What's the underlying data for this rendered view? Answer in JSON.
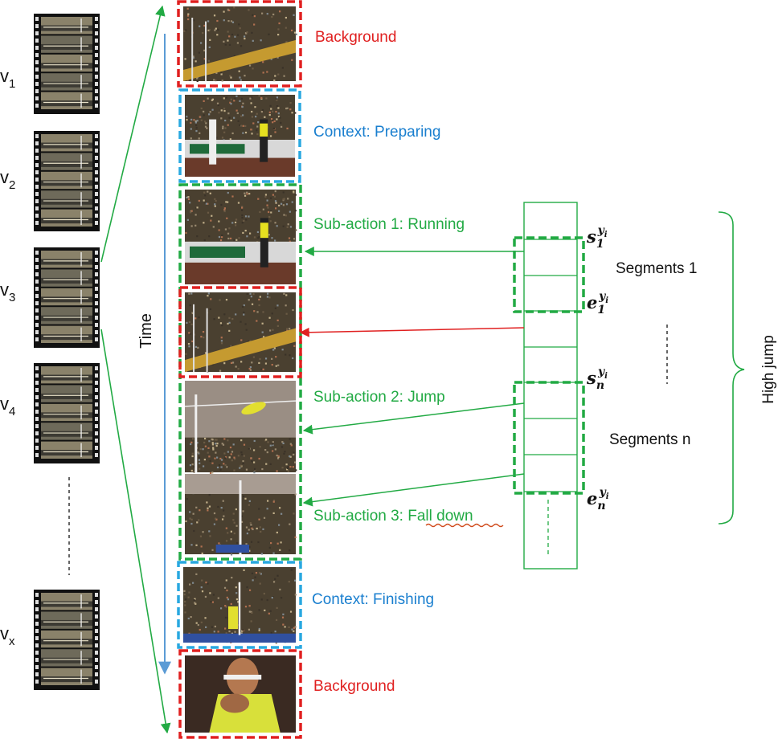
{
  "videos": [
    {
      "name": "v",
      "sub": "1"
    },
    {
      "name": "v",
      "sub": "2"
    },
    {
      "name": "v",
      "sub": "3"
    },
    {
      "name": "v",
      "sub": "4"
    },
    {
      "name": "v",
      "sub": "x"
    }
  ],
  "time_label": "Time",
  "frames": [
    {
      "scene": "stadium-pole",
      "label": "Background",
      "role": "background"
    },
    {
      "scene": "track-walk",
      "label": "Context: Preparing",
      "role": "context"
    },
    {
      "scene": "track-run",
      "label": "Sub-action 1: Running",
      "role": "subaction"
    },
    {
      "scene": "stadium-pole",
      "label": "",
      "role": "background"
    },
    {
      "scene": "high-bar",
      "label": "Sub-action 2: Jump",
      "role": "subaction"
    },
    {
      "scene": "pole-crowd",
      "label": "Sub-action 3: Fall down",
      "role": "subaction"
    },
    {
      "scene": "celebrate",
      "label": "Context: Finishing",
      "role": "context"
    },
    {
      "scene": "closeup",
      "label": "Background",
      "role": "background"
    }
  ],
  "segments": [
    {
      "label": "Segments 1",
      "start": {
        "base": "s",
        "sub": "1",
        "sup": "y",
        "supsub": "i"
      },
      "end": {
        "base": "e",
        "sub": "1",
        "sup": "y",
        "supsub": "i"
      }
    },
    {
      "label": "Segments n",
      "start": {
        "base": "s",
        "sub": "n",
        "sup": "y",
        "supsub": "i"
      },
      "end": {
        "base": "e",
        "sub": "n",
        "sup": "y",
        "supsub": "i"
      }
    }
  ],
  "brace_label": "High jump",
  "colors": {
    "background": "#e02020",
    "context": "#1a7fcf",
    "subaction": "#22aa44",
    "time_axis": "#5b9bd5",
    "segment_box": "#22aa44"
  }
}
